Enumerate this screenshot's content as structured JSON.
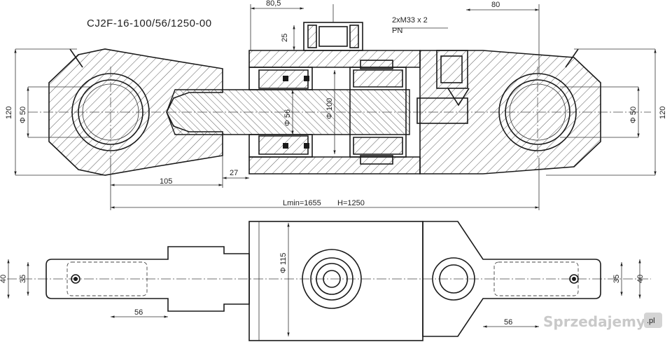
{
  "drawing": {
    "title": "CJ2F-16-100/56/1250-00",
    "port_note": "2xM33 x 2",
    "port_sub": "PN"
  },
  "dimensions": {
    "port_offset": "80,5",
    "port_height": "25",
    "port_pitch": "80",
    "eye_height_left": "120",
    "eye_height_right": "120",
    "bore_left": "Φ 50",
    "bore_right": "Φ 50",
    "rod_dia": "Φ 56",
    "bore_dia": "Φ 100",
    "eye_to_head": "105",
    "rod_stub": "27",
    "length": "Lmin=1655",
    "stroke": "H=1250",
    "barrel_dia": "Φ 115",
    "eye_width_left": "40",
    "eye_inner_left": "35",
    "eye_width_right": "40",
    "eye_inner_right": "35",
    "eye_len_left": "56",
    "eye_len_right": "56"
  },
  "watermark": {
    "text": "Sprzedajemy",
    "badge": ".pl"
  }
}
